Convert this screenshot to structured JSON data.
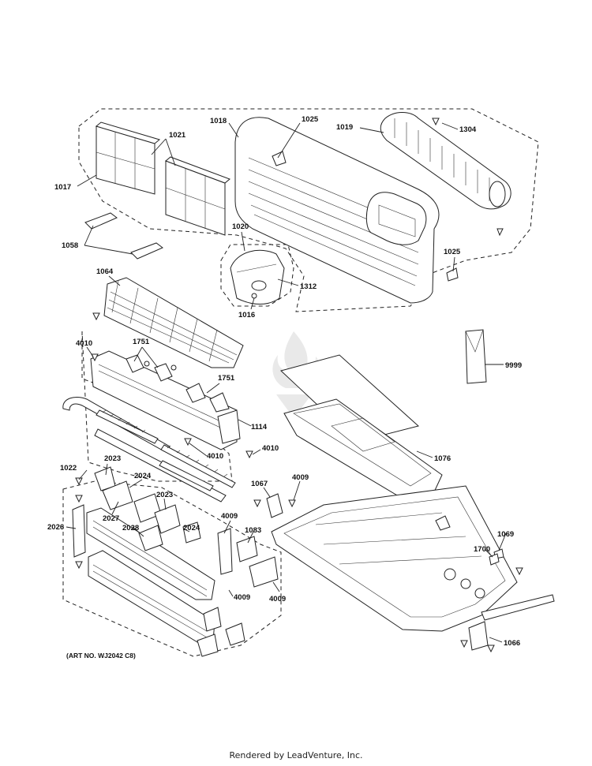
{
  "labels": {
    "l1017": "1017",
    "l1021": "1021",
    "l1018": "1018",
    "l1025a": "1025",
    "l1019": "1019",
    "l1304": "1304",
    "l1058": "1058",
    "l1020": "1020",
    "l1312": "1312",
    "l1016": "1016",
    "l1025b": "1025",
    "l1064": "1064",
    "l9999": "9999",
    "l4010a": "4010",
    "l1751a": "1751",
    "l1751b": "1751",
    "l1114": "1114",
    "l4010b": "4010",
    "l4010c": "4010",
    "l1076": "1076",
    "l1022": "1022",
    "l2023a": "2023",
    "l2024a": "2024",
    "l1067": "1067",
    "l4009a": "4009",
    "l2023b": "2023",
    "l2027": "2027",
    "l2026": "2026",
    "l2028": "2028",
    "l2024b": "2024",
    "l4009b": "4009",
    "l1083": "1083",
    "l1069": "1069",
    "l1700": "1700",
    "l4009c": "4009",
    "l4009d": "4009",
    "l1066": "1066"
  },
  "art_number": "(ART NO. WJ2042 C8)",
  "footer": "Rendered by LeadVenture, Inc."
}
